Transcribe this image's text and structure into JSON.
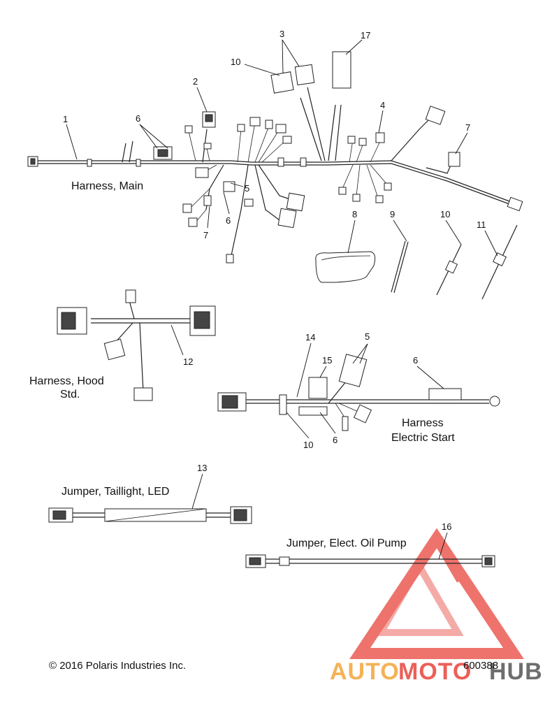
{
  "labels": {
    "harness_main": "Harness, Main",
    "harness_hood": "Harness, Hood",
    "harness_hood_line2": "Std.",
    "harness_electric": "Harness",
    "harness_electric_line2": "Electric Start",
    "jumper_taillight": "Jumper, Taillight, LED",
    "jumper_oil": "Jumper, Elect. Oil Pump"
  },
  "callouts": {
    "c1": "1",
    "c2": "2",
    "c3": "3",
    "c4": "4",
    "c5a": "5",
    "c5b": "5",
    "c6a": "6",
    "c6b": "6",
    "c6c": "6",
    "c6d": "6",
    "c7a": "7",
    "c7b": "7",
    "c8": "8",
    "c9": "9",
    "c10a": "10",
    "c10b": "10",
    "c10c": "10",
    "c11": "11",
    "c12": "12",
    "c13": "13",
    "c14": "14",
    "c15": "15",
    "c16": "16",
    "c17": "17"
  },
  "footer": {
    "copyright": "© 2016 Polaris Industries Inc.",
    "part_number": "600388"
  },
  "watermark": {
    "word_a": "AUTO",
    "word_b": "MOTO",
    "word_c": "HUB",
    "color_red": "#e8453c",
    "color_orange": "#f3a53a",
    "color_gray": "#555555"
  }
}
